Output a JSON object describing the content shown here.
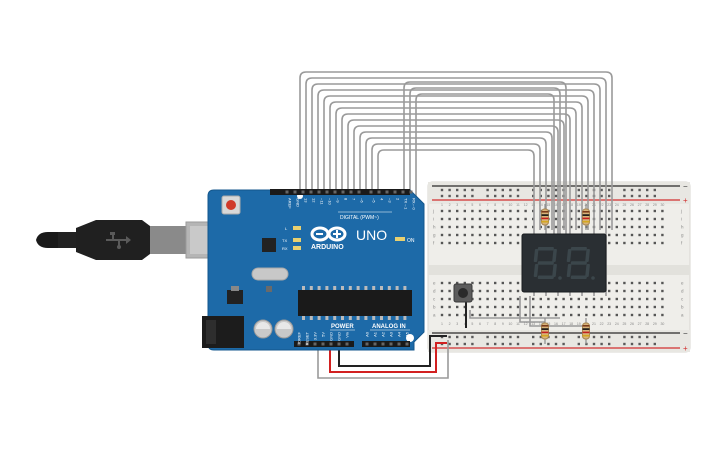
{
  "arduino": {
    "brand": "ARDUINO",
    "model": "UNO",
    "digital_header": "DIGITAL (PWM~)",
    "power_header": "POWER",
    "analog_header": "ANALOG IN",
    "on_label": "ON",
    "led_labels": [
      "L",
      "TX",
      "RX"
    ],
    "top_pin_labels": [
      "AREF",
      "GND",
      "13",
      "12",
      "~11",
      "~10",
      "~9",
      "8",
      "7",
      "~6",
      "~5",
      "4",
      "~3",
      "2",
      "TX→1",
      "RX←0"
    ],
    "power_pin_labels": [
      "IOREF",
      "RESET",
      "3.3V",
      "5V",
      "GND",
      "GND",
      "Vin"
    ],
    "analog_pin_labels": [
      "A0",
      "A1",
      "A2",
      "A3",
      "A4",
      "A5"
    ]
  },
  "breadboard": {
    "column_numbers": [
      "1",
      "2",
      "3",
      "4",
      "5",
      "6",
      "7",
      "8",
      "9",
      "10",
      "11",
      "12",
      "13",
      "14",
      "15",
      "16",
      "17",
      "18",
      "19",
      "20",
      "21",
      "22",
      "23",
      "24",
      "25",
      "26",
      "27",
      "28",
      "29",
      "30"
    ],
    "row_letters_top": [
      "j",
      "i",
      "h",
      "g",
      "f"
    ],
    "row_letters_bottom": [
      "e",
      "d",
      "c",
      "b",
      "a"
    ],
    "rail_plus": "+",
    "rail_minus": "−"
  },
  "display": {
    "digits": [
      "8",
      "8"
    ]
  },
  "colors": {
    "board_blue": "#1d6aa8",
    "wire_gray": "#999999",
    "wire_red": "#e02020",
    "wire_black": "#222222",
    "breadboard": "#f0efeb",
    "display_body": "#2a2f33",
    "segment": "#3a4448"
  }
}
